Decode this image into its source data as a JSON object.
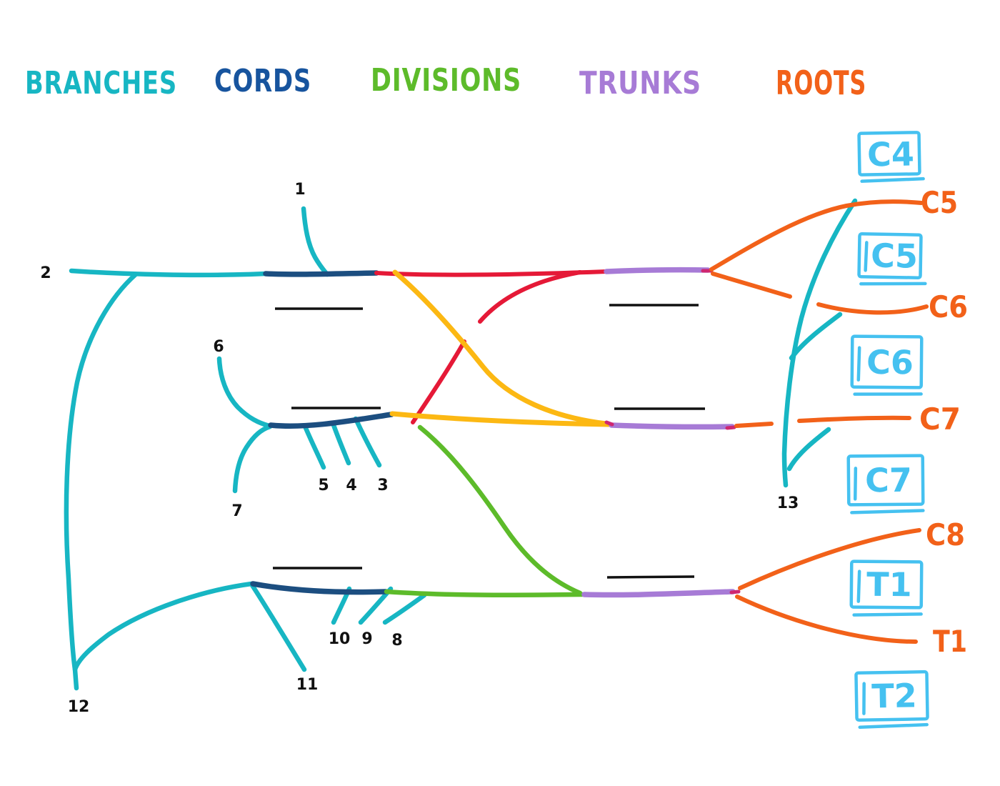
{
  "palette": {
    "teal": "#17b6c3",
    "navy": "#1c4e80",
    "cords_text_blue": "#17549e",
    "green": "#5dbb2a",
    "purple": "#a77bd6",
    "orange": "#f26119",
    "red": "#e51937",
    "yellow": "#fcb813",
    "magenta": "#cf2770",
    "sky_blue": "#45c1f0",
    "black": "#111111"
  },
  "legend": {
    "branches": "BRANCHES",
    "cords": "CORDS",
    "divisions": "DIVISIONS",
    "trunks": "TRUNKS",
    "roots": "ROOTS"
  },
  "markers": {
    "m1": "1",
    "m2": "2",
    "m3": "3",
    "m4": "4",
    "m5": "5",
    "m6": "6",
    "m7": "7",
    "m8": "8",
    "m9": "9",
    "m10": "10",
    "m11": "11",
    "m12": "12",
    "m13": "13"
  },
  "root_labels": {
    "c5": "C5",
    "c6": "C6",
    "c7": "C7",
    "c8": "C8",
    "t1": "T1"
  },
  "boxed_labels": {
    "c4": "C4",
    "c5": "C5",
    "c6": "C6",
    "c7": "C7",
    "t1": "T1",
    "t2": "T2"
  }
}
